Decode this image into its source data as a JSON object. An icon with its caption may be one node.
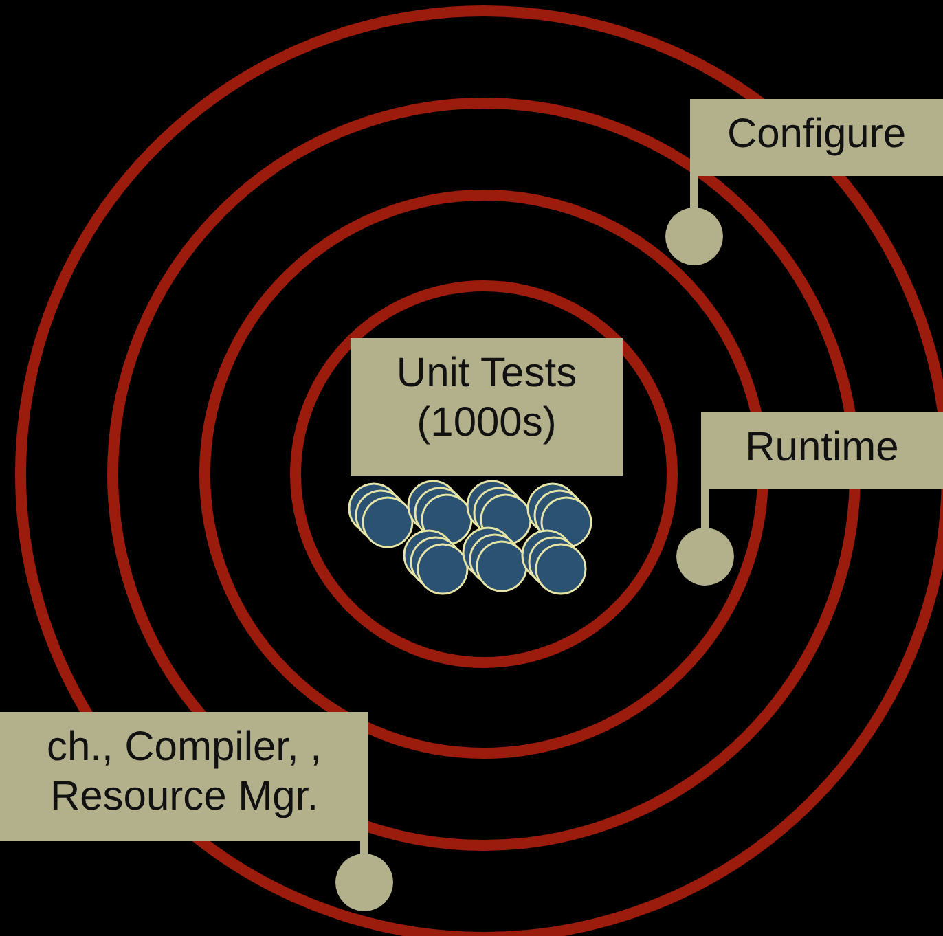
{
  "diagram": {
    "nodes": [
      {
        "text": [
          "Unit Tests (1000s)"
        ]
      },
      {
        "text": [
          "Configure"
        ]
      },
      {
        "text": [],
        "shape": "circle"
      },
      {
        "text": [
          "Runtime"
        ]
      },
      {
        "text": [],
        "shape": "circle"
      },
      {
        "text": [
          "ch., Compiler, , Resource Mgr."
        ]
      },
      {
        "text": [],
        "shape": "circle"
      }
    ],
    "edges": [
      {
        "from": 1,
        "to": 2,
        "arrow": "none"
      },
      {
        "from": 3,
        "to": 4,
        "arrow": "none"
      },
      {
        "from": 5,
        "to": 6,
        "arrow": "none"
      }
    ]
  }
}
